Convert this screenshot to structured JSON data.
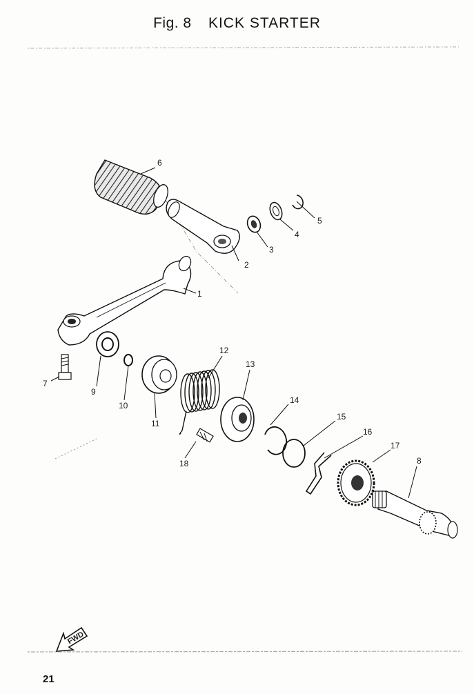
{
  "figure": {
    "number_label": "Fig. 8",
    "title": "KICK STARTER"
  },
  "parts": [
    {
      "ref": "1"
    },
    {
      "ref": "2"
    },
    {
      "ref": "3"
    },
    {
      "ref": "4"
    },
    {
      "ref": "5"
    },
    {
      "ref": "6"
    },
    {
      "ref": "7"
    },
    {
      "ref": "8"
    },
    {
      "ref": "9"
    },
    {
      "ref": "10"
    },
    {
      "ref": "11"
    },
    {
      "ref": "12"
    },
    {
      "ref": "13"
    },
    {
      "ref": "14"
    },
    {
      "ref": "15"
    },
    {
      "ref": "16"
    },
    {
      "ref": "17"
    },
    {
      "ref": "18"
    }
  ],
  "direction_marker": {
    "label": "FWD",
    "icon": "arrow-left-icon"
  },
  "page_number": "21",
  "colors": {
    "ink": "#1a1a1a",
    "paper": "#fdfdfb"
  }
}
